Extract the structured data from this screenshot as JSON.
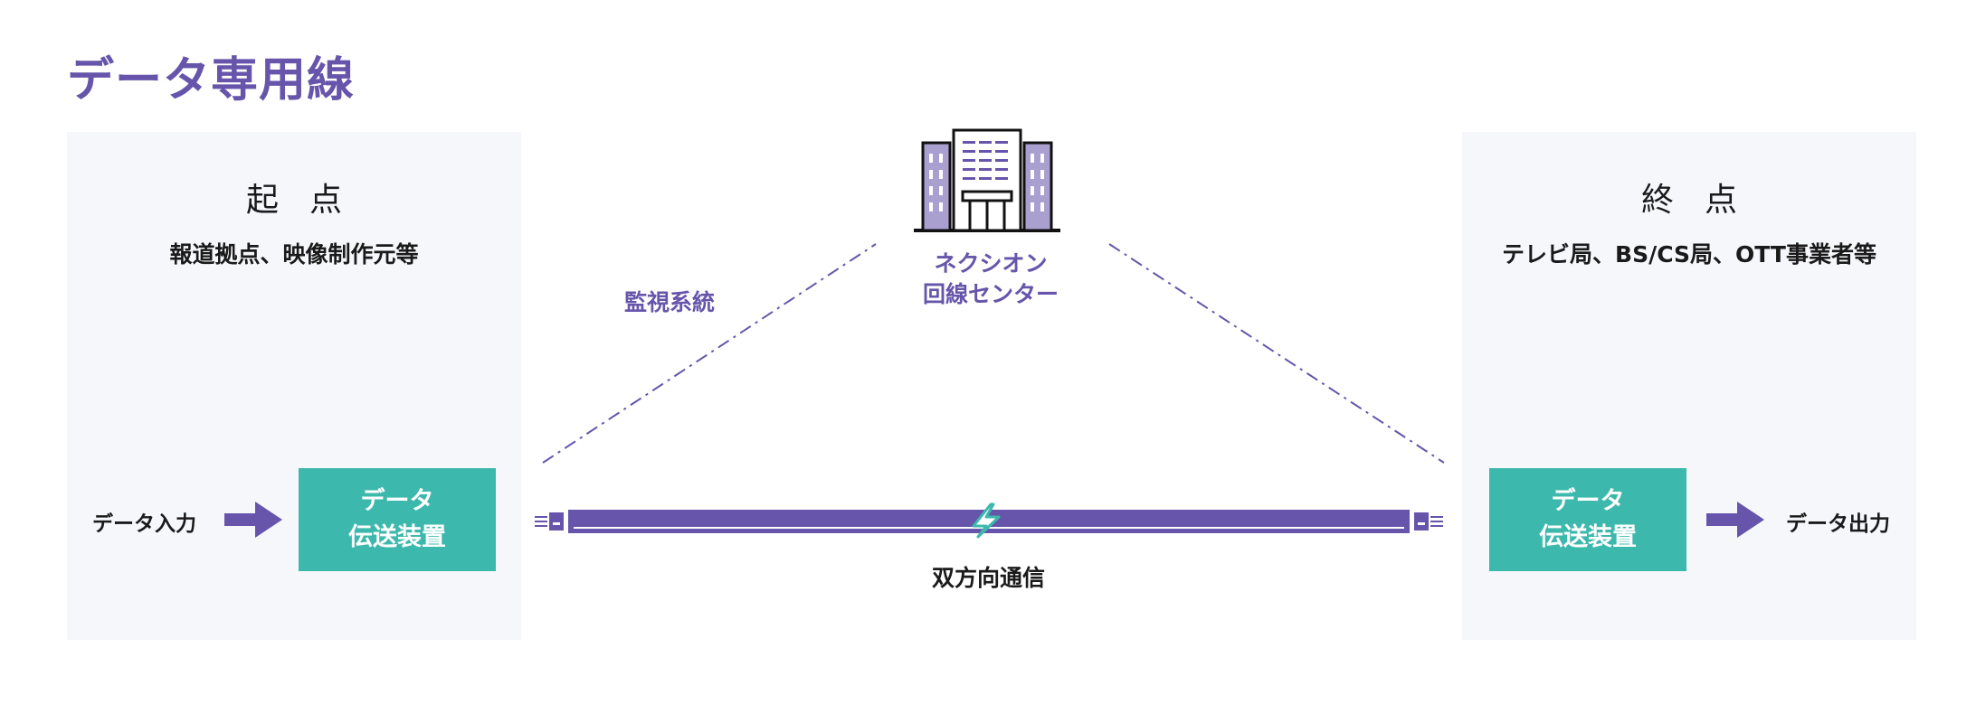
{
  "title": "データ専用線",
  "origin": {
    "heading": "起点",
    "subtitle": "報道拠点、映像制作元等",
    "io_label": "データ入力",
    "device": [
      "データ",
      "伝送装置"
    ]
  },
  "destination": {
    "heading": "終点",
    "subtitle": "テレビ局、BS/CS局、OTT事業者等",
    "io_label": "データ出力",
    "device": [
      "データ",
      "伝送装置"
    ]
  },
  "center": {
    "name": [
      "ネクシオン",
      "回線センター"
    ],
    "monitoring_label": "監視系統",
    "link_label": "双方向通信"
  },
  "colors": {
    "accent": "#6655aa",
    "device": "#3db8ad",
    "panel": "#f6f7fb",
    "lightning": "#3db8ad"
  },
  "icons": {
    "center": "building-icon",
    "link": "lightning-icon",
    "arrows": "arrow-right-icon"
  }
}
